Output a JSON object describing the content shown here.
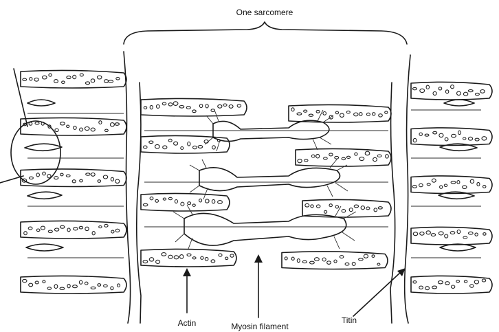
{
  "labels": {
    "sarcomere": "One sarcomere",
    "actin": "Actin",
    "myosin": "Myosin filament",
    "titin": "Titin"
  }
}
